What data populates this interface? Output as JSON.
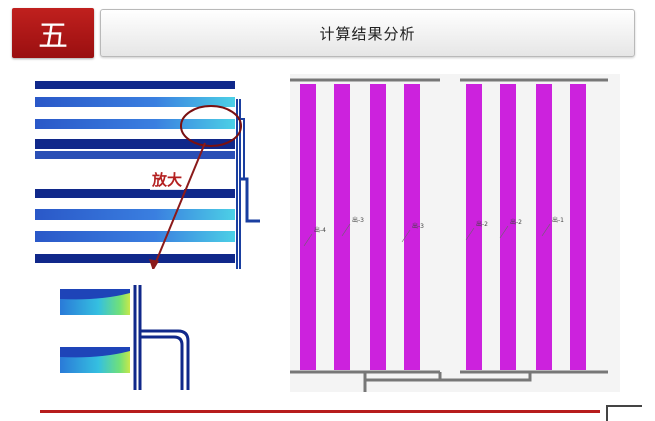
{
  "header": {
    "section_number": "五",
    "title": "计算结果分析"
  },
  "annotation": {
    "zoom_label": "放大"
  },
  "diagram": {
    "channel_labels": [
      "出-4",
      "出-3",
      "出-3",
      "出-2",
      "出-2",
      "出-1"
    ],
    "channel_color": "#cc22dd"
  },
  "colors": {
    "accent_red": "#b71c1c",
    "flow_blue": "#1a3fa0"
  }
}
